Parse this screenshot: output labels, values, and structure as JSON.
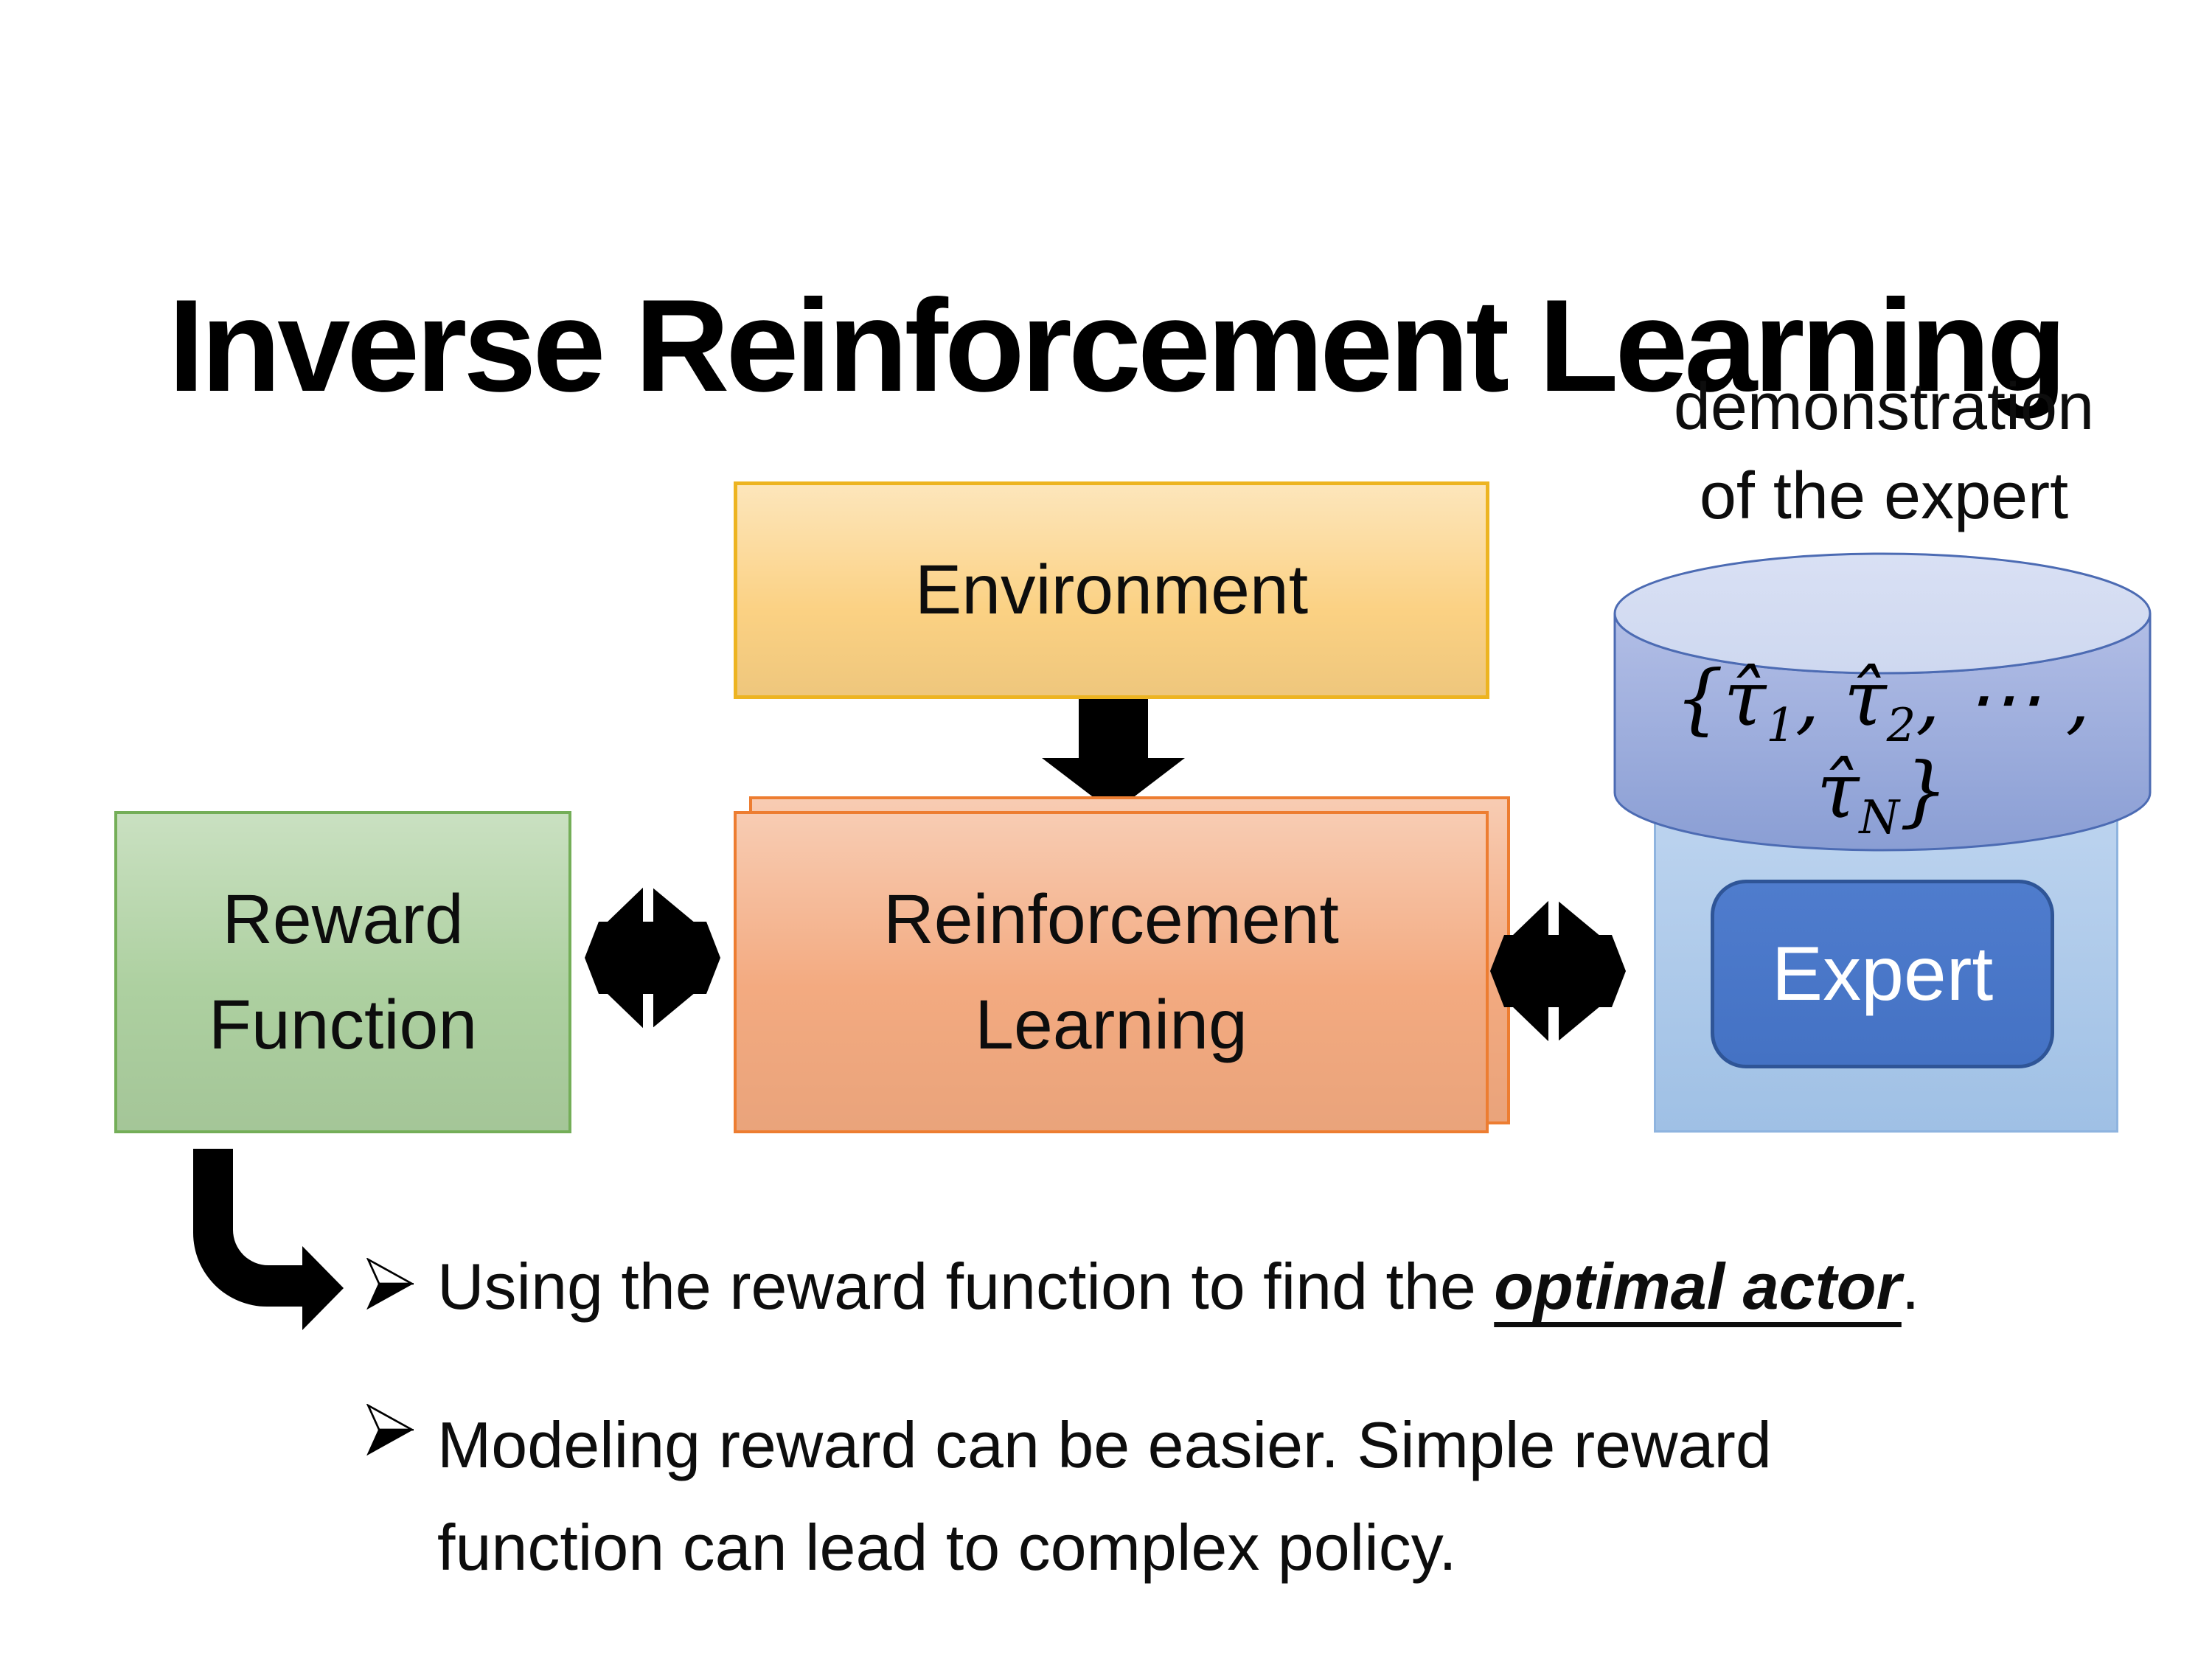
{
  "slide": {
    "title": "Inverse Reinforcement Learning"
  },
  "diagram": {
    "demo_label": {
      "line1": "demonstration",
      "line2": "of the expert"
    },
    "environment": {
      "label": "Environment"
    },
    "reward": {
      "line1": "Reward",
      "line2": "Function"
    },
    "rl": {
      "line1": "Reinforcement",
      "line2": "Learning"
    },
    "expert": {
      "label": "Expert"
    },
    "cylinder": {
      "formula": [
        "{",
        "τ̂",
        "1",
        ", ",
        "τ̂",
        "2",
        ", ⋯ , ",
        "τ̂",
        "N",
        "}"
      ]
    }
  },
  "bullets": {
    "item1": {
      "pre": "Using the reward function to find the ",
      "emphasis": "optimal actor",
      "post": "."
    },
    "item2": {
      "line1": "Modeling reward can be easier. Simple reward",
      "line2": "function can lead to complex policy."
    }
  },
  "colors": {
    "text-color": "#0d0d0d",
    "arrow-color": "#000000",
    "env-fill": "#FBD183",
    "env-border": "#EDB421",
    "reward-fill": "#ADD0A0",
    "reward-border": "#74AE58",
    "rl-fill": "#F3AA80",
    "rl-border": "#ED7D31",
    "expert-fill": "#4472C4",
    "expert-fill-top": "#4F7CCD",
    "expert-border": "#2F5597",
    "container-fill-top": "#BDD4EF",
    "container-fill-bottom": "#9FC0E5",
    "container-border": "#8FB4DF",
    "cyl-top-fill": "#CED8F0",
    "cyl-body-top": "#B2BEE6",
    "cyl-body-bottom": "#8A9ED4",
    "cyl-border": "#4C6BB3"
  }
}
